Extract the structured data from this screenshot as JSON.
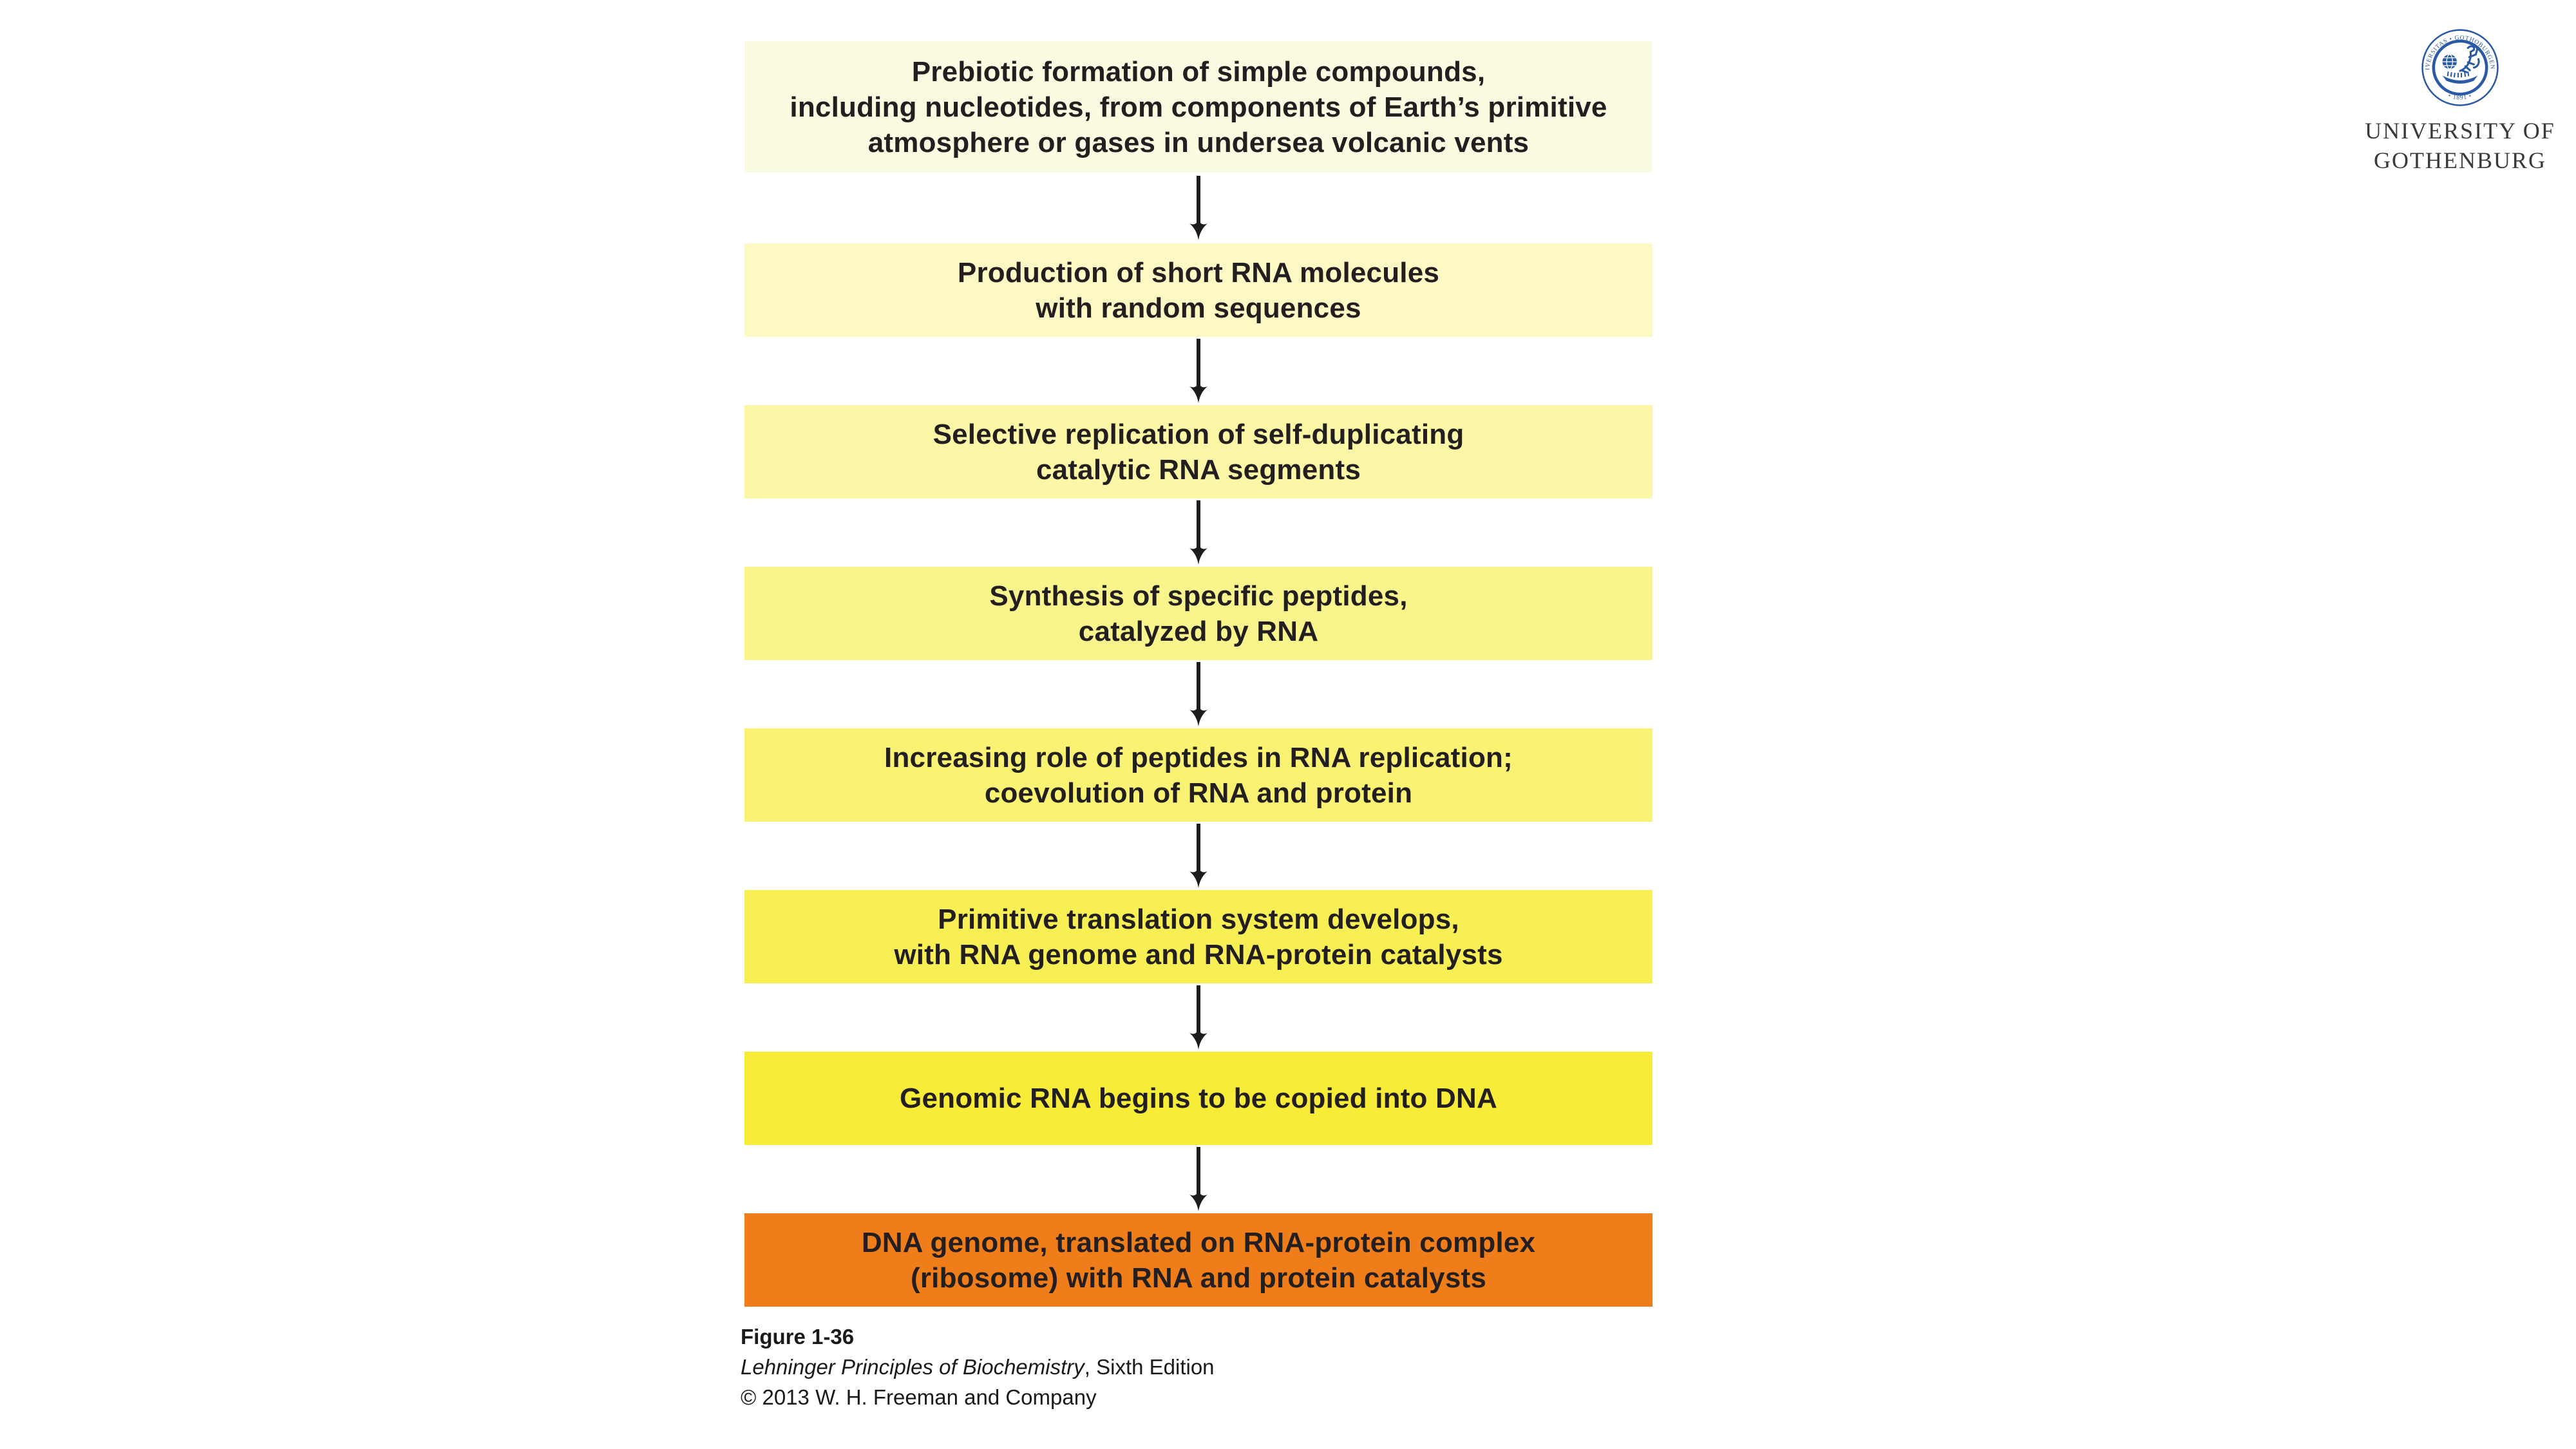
{
  "page": {
    "background": "#ffffff"
  },
  "flowchart": {
    "text_color": "#231f20",
    "arrow_color": "#1c1c1c",
    "steps": [
      {
        "text": "Prebiotic formation of simple compounds,\nincluding nucleotides, from components of Earth’s primitive\natmosphere or gases in undersea volcanic vents",
        "bg": "#fbfbe2"
      },
      {
        "text": "Production of short RNA molecules\nwith random sequences",
        "bg": "#fcf9c4"
      },
      {
        "text": "Selective replication of self-duplicating\ncatalytic RNA segments",
        "bg": "#fbf7a6"
      },
      {
        "text": "Synthesis of specific peptides,\ncatalyzed by RNA",
        "bg": "#faf48c"
      },
      {
        "text": "Increasing role of peptides in RNA replication;\ncoevolution of RNA and protein",
        "bg": "#f9f272"
      },
      {
        "text": "Primitive translation system develops,\nwith RNA genome and RNA-protein catalysts",
        "bg": "#f8ef55"
      },
      {
        "text": "Genomic RNA begins to be copied into DNA",
        "bg": "#f7ec38"
      },
      {
        "text": "DNA genome, translated on RNA-protein complex\n(ribosome) with RNA and protein catalysts",
        "bg": "#ef7d1a"
      }
    ]
  },
  "caption": {
    "figure_label": "Figure 1-36",
    "book_title": "Lehninger Principles of Biochemistry",
    "edition": ", Sixth Edition",
    "copyright": "© 2013 W. H. Freeman and Company"
  },
  "logo": {
    "seal_color": "#2a59a5",
    "ring_text": "UNIVERSITAS • GOTHOBURGENSIS",
    "ring_year": "• 1891 •",
    "wordmark_color": "#39393b",
    "line1": "UNIVERSITY OF",
    "line2": "GOTHENBURG"
  }
}
